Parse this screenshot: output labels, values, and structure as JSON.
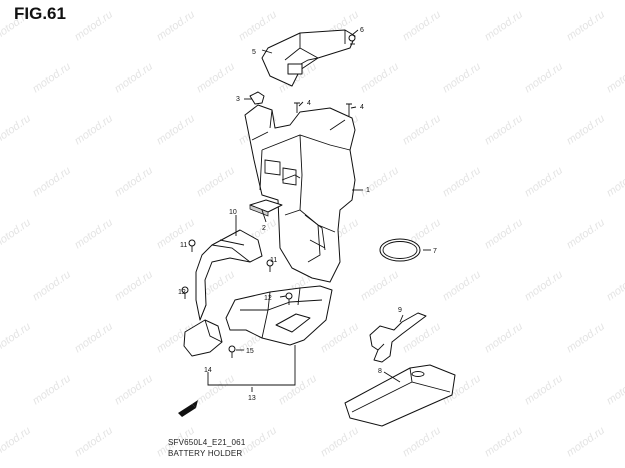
{
  "header": {
    "figure_label": "FIG.61"
  },
  "footer": {
    "model_code": "SFV650L4_E21_061",
    "title": "BATTERY HOLDER"
  },
  "watermark": {
    "text": "motod.ru"
  },
  "callouts": [
    "1",
    "2",
    "3",
    "4",
    "4",
    "5",
    "6",
    "7",
    "8",
    "9",
    "10",
    "11",
    "11",
    "12",
    "12",
    "13",
    "14",
    "15"
  ]
}
